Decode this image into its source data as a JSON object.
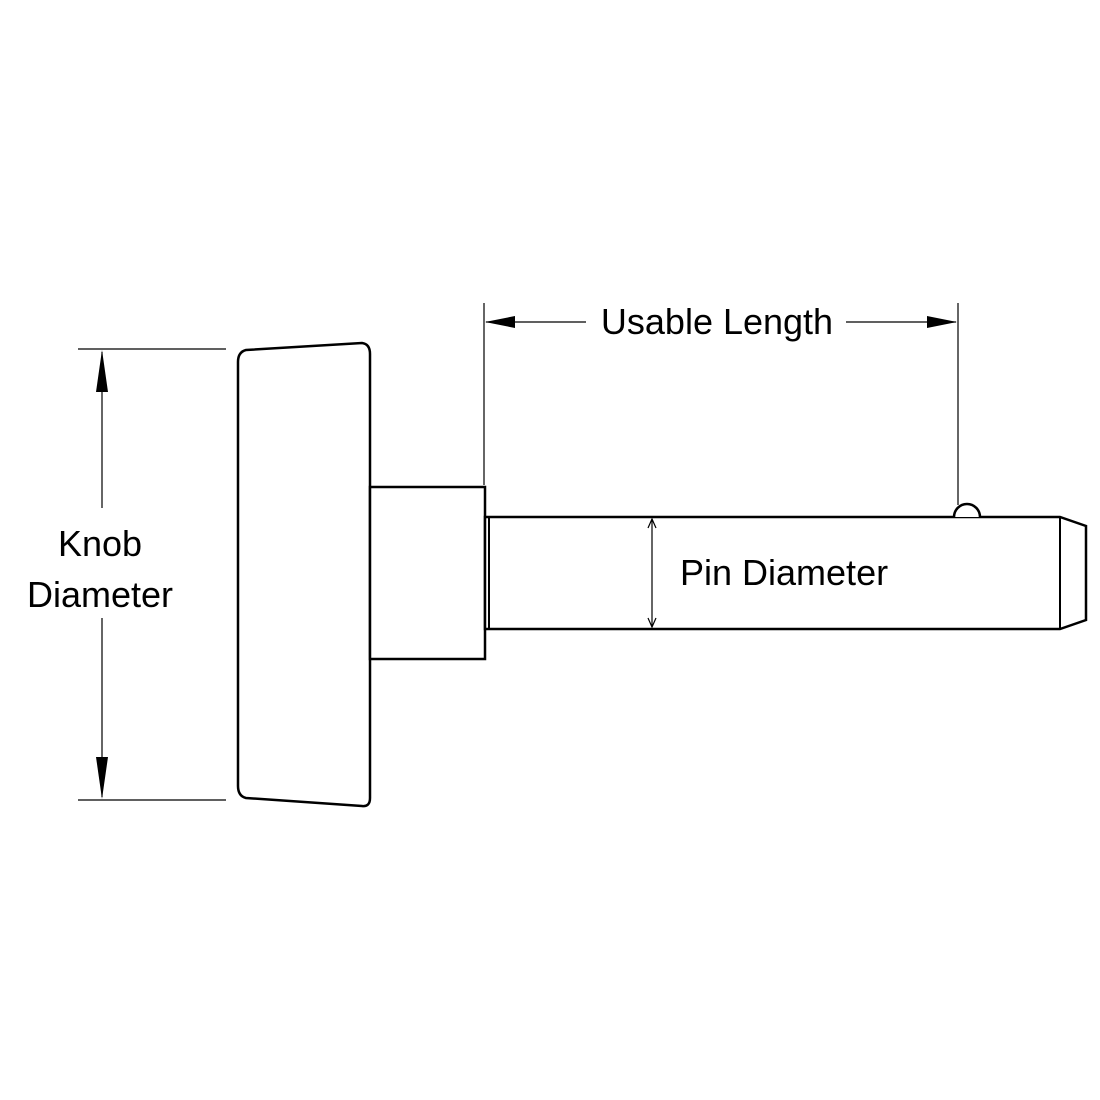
{
  "labels": {
    "usable_length": "Usable Length",
    "knob_diameter_line1": "Knob",
    "knob_diameter_line2": "Diameter",
    "pin_diameter": "Pin Diameter"
  },
  "colors": {
    "line": "#000000",
    "background": "#ffffff"
  }
}
